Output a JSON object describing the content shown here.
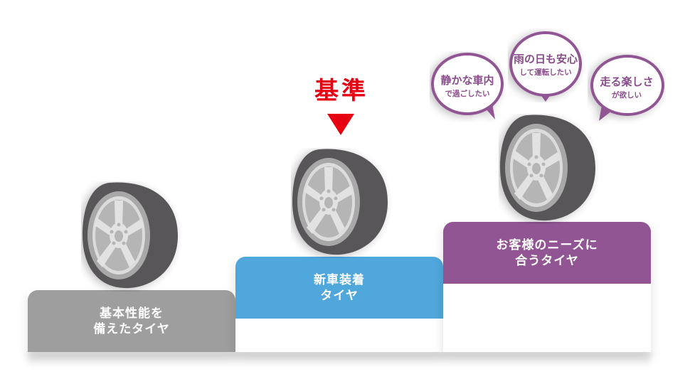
{
  "colors": {
    "step_basic": "#9e9e9e",
    "step_oem": "#4fa7dc",
    "step_customer": "#925594",
    "marker": "#e60012",
    "tire": "#595758",
    "wheel": "#d9d9d9"
  },
  "marker": {
    "label": "基準",
    "icon": "down-triangle-icon"
  },
  "steps": [
    {
      "line1": "基本性能を",
      "line2": "備えたタイヤ"
    },
    {
      "line1": "新車装着",
      "line2": "タイヤ"
    },
    {
      "line1": "お客様のニーズに",
      "line2": "合うタイヤ"
    }
  ],
  "bubbles": [
    {
      "line1": "静かな車内",
      "line2": "で過ごしたい"
    },
    {
      "line1": "雨の日も安心",
      "line2": "して運転したい"
    },
    {
      "line1": "走る楽しさ",
      "line2": "が欲しい"
    }
  ]
}
